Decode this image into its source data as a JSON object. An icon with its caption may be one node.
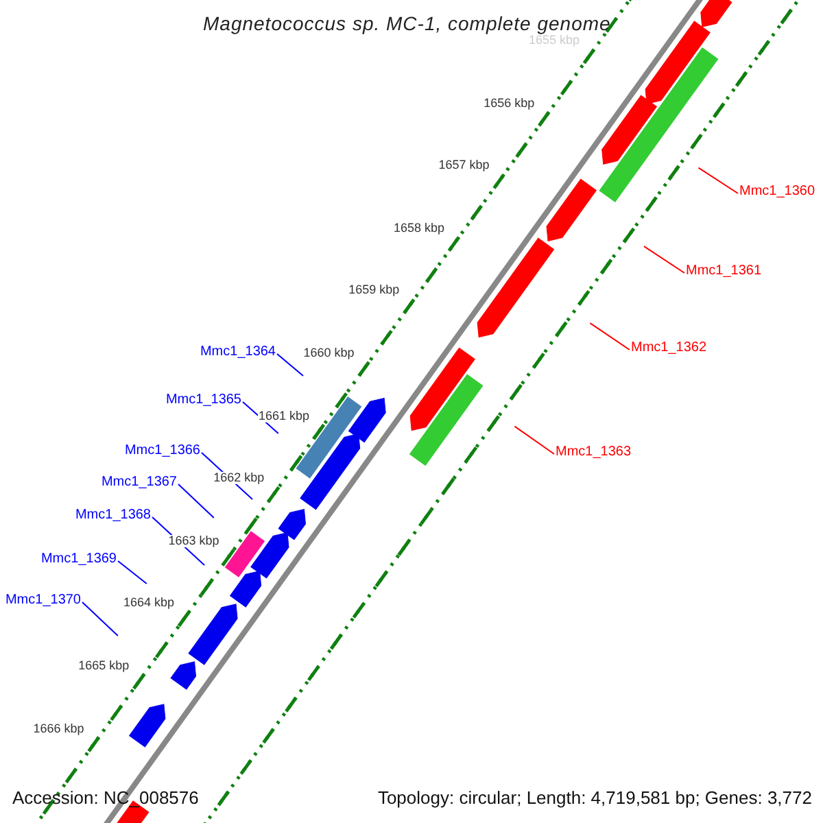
{
  "diagram": {
    "title": "Magnetococcus sp. MC-1, complete genome",
    "nodes": [
      {
        "text": [
          "Mmc1_1360"
        ]
      },
      {
        "text": [
          "Mmc1_1361"
        ]
      },
      {
        "text": [
          "Mmc1_1362"
        ]
      },
      {
        "text": [
          "Mmc1_1364"
        ]
      },
      {
        "text": [
          "Mmc1_1365"
        ]
      },
      {
        "text": [
          "Mmc1_1366"
        ]
      },
      {
        "text": [
          "Mmc1_1363"
        ]
      },
      {
        "text": [
          "Mmc1_1367"
        ]
      },
      {
        "text": [
          "Mmc1_1368"
        ]
      },
      {
        "text": [
          "Mmc1_1369"
        ]
      },
      {
        "text": [
          "Mmc1_1370"
        ]
      }
    ],
    "edges": [
      {
        "from": 0,
        "to": null,
        "arrow": "none",
        "color": "#ff0000"
      },
      {
        "from": 1,
        "to": null,
        "arrow": "none",
        "color": "#ff0000"
      },
      {
        "from": 2,
        "to": null,
        "arrow": "none",
        "color": "#ff0000"
      },
      {
        "from": 3,
        "to": null,
        "arrow": "none"
      },
      {
        "from": 4,
        "to": null,
        "arrow": "none"
      },
      {
        "from": 5,
        "to": null,
        "arrow": "none"
      },
      {
        "from": 6,
        "to": null,
        "arrow": "none",
        "color": "#ff0000"
      },
      {
        "from": 7,
        "to": null,
        "arrow": "none"
      },
      {
        "from": 8,
        "to": null,
        "arrow": "none"
      },
      {
        "from": 9,
        "to": null,
        "arrow": "none"
      },
      {
        "from": 10,
        "to": null,
        "arrow": "none"
      }
    ],
    "labels": [
      "1655 kbp",
      "1656 kbp",
      "1657 kbp",
      "1658 kbp",
      "1659 kbp",
      "1660 kbp",
      "1661 kbp",
      "1662 kbp",
      "1663 kbp",
      "1664 kbp",
      "1665 kbp",
      "1666 kbp",
      "Accession: NC_008576",
      "Topology: circular; Length: 4,719,581 bp; Genes: 3,772"
    ]
  }
}
